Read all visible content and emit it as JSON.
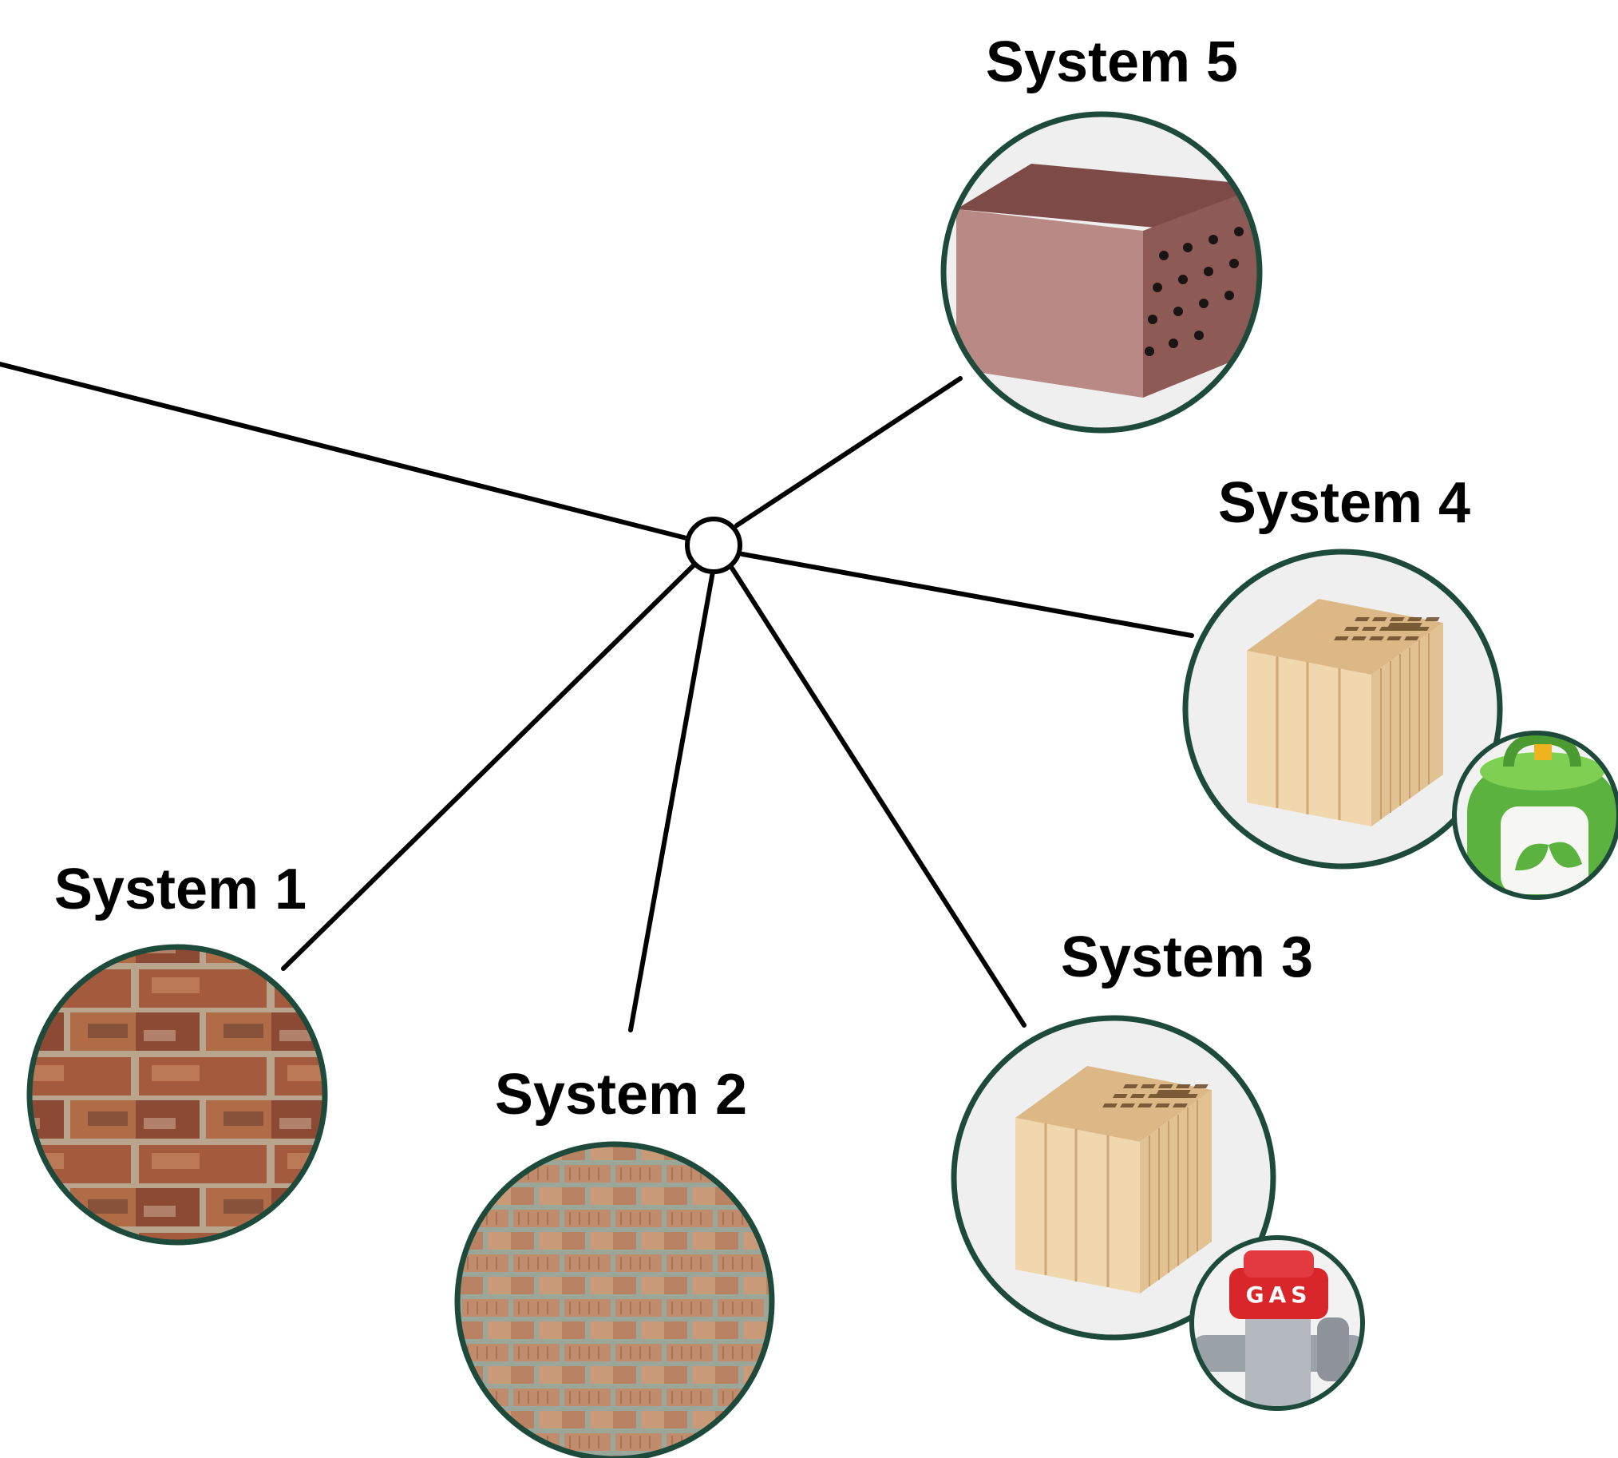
{
  "diagram": {
    "hub": {
      "name": "central-hub"
    },
    "systems": [
      {
        "id": "system-1",
        "label": "System 1",
        "material": "old-brick-wall",
        "badge": null
      },
      {
        "id": "system-2",
        "label": "System 2",
        "material": "brick-wall",
        "badge": null
      },
      {
        "id": "system-3",
        "label": "System 3",
        "material": "hollow-clay-block",
        "badge": {
          "icon": "gas-valve-icon",
          "text": "GAS"
        }
      },
      {
        "id": "system-4",
        "label": "System 4",
        "material": "hollow-clay-block",
        "badge": {
          "icon": "green-gas-cylinder-icon",
          "text": null
        }
      },
      {
        "id": "system-5",
        "label": "System 5",
        "material": "perforated-brick",
        "badge": null
      }
    ]
  },
  "colors": {
    "ring": "#1e4a3c",
    "line": "#000000",
    "label": "#000000",
    "gas_red": "#d9262b",
    "green_cylinder": "#6cc04a"
  }
}
